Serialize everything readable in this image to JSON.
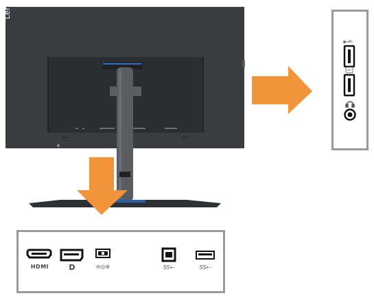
{
  "monitor": {
    "brand": "Lenovo",
    "colors": {
      "body": "#3a3d40",
      "stand": "#595d61",
      "accent": "#2e6fd0"
    }
  },
  "arrows": {
    "color": "#f2943a",
    "directions": [
      "right",
      "down"
    ]
  },
  "side_panel": {
    "ports": [
      {
        "name": "usb-a",
        "icon": "usb-icon"
      },
      {
        "name": "usb-a-charging",
        "icon": "usb-charge-icon"
      },
      {
        "name": "headphone-jack",
        "icon": "headphone-icon"
      }
    ]
  },
  "rear_panel": {
    "ports": [
      {
        "name": "hdmi",
        "label": "HDMI"
      },
      {
        "name": "displayport",
        "label": "D"
      },
      {
        "name": "power",
        "label": "⊖◎⊕"
      },
      {
        "name": "usb-b",
        "label": "SS⇠"
      },
      {
        "name": "usb-a",
        "label": "SS⇠"
      }
    ]
  },
  "panel_border_color": "#9a9a9a"
}
